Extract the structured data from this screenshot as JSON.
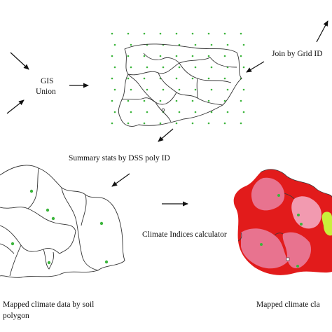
{
  "labels": {
    "gis_union_line1": "GIS",
    "gis_union_line2": "Union",
    "join_by_grid": "Join by Grid ID",
    "summary_stats": "Summary stats by DSS poly ID",
    "climate_indices": "Climate Indices calculator",
    "mapped_soil_line1": "Mapped climate data by soil",
    "mapped_soil_line2": "polygon",
    "mapped_classes": "Mapped climate cla"
  },
  "colors": {
    "grid_point": "#3cb53c",
    "outline": "#333333",
    "class_light": "#e8738f",
    "class_red": "#e21b1b",
    "class_pale": "#f29ab0",
    "class_lime": "#c9ef3a"
  }
}
